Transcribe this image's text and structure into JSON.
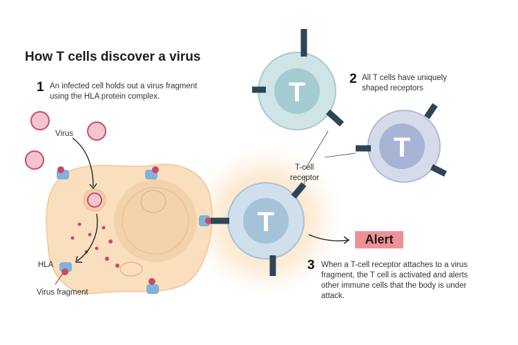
{
  "title": "How T cells discover a virus",
  "steps": [
    {
      "number": "1",
      "lines": [
        "An infected cell holds out a virus fragment",
        "using the HLA protein complex."
      ]
    },
    {
      "number": "2",
      "lines": [
        "All T cells have uniquely",
        "shaped receptors"
      ]
    },
    {
      "number": "3",
      "lines": [
        "When a T-cell receptor attaches to a virus",
        "fragment, the T cell is activated and alerts",
        "other immune cells that the body is under",
        "attack."
      ]
    }
  ],
  "labels": {
    "virus": "Virus",
    "hla": "HLA",
    "virus_fragment": "Virus fragment",
    "tcell_receptor": [
      "T-cell",
      "receptor"
    ],
    "tcell_letter": "T",
    "alert": "Alert"
  },
  "colors": {
    "infected_cell": "#f9dfbd",
    "tcell_top": "#cfe4e6",
    "tcell_right": "#cfd6e8",
    "tcell_mid": "#c9dbe8",
    "receptor": "#2d4656",
    "virus": "#c84a6a",
    "alert_bg": "#ef9099"
  }
}
